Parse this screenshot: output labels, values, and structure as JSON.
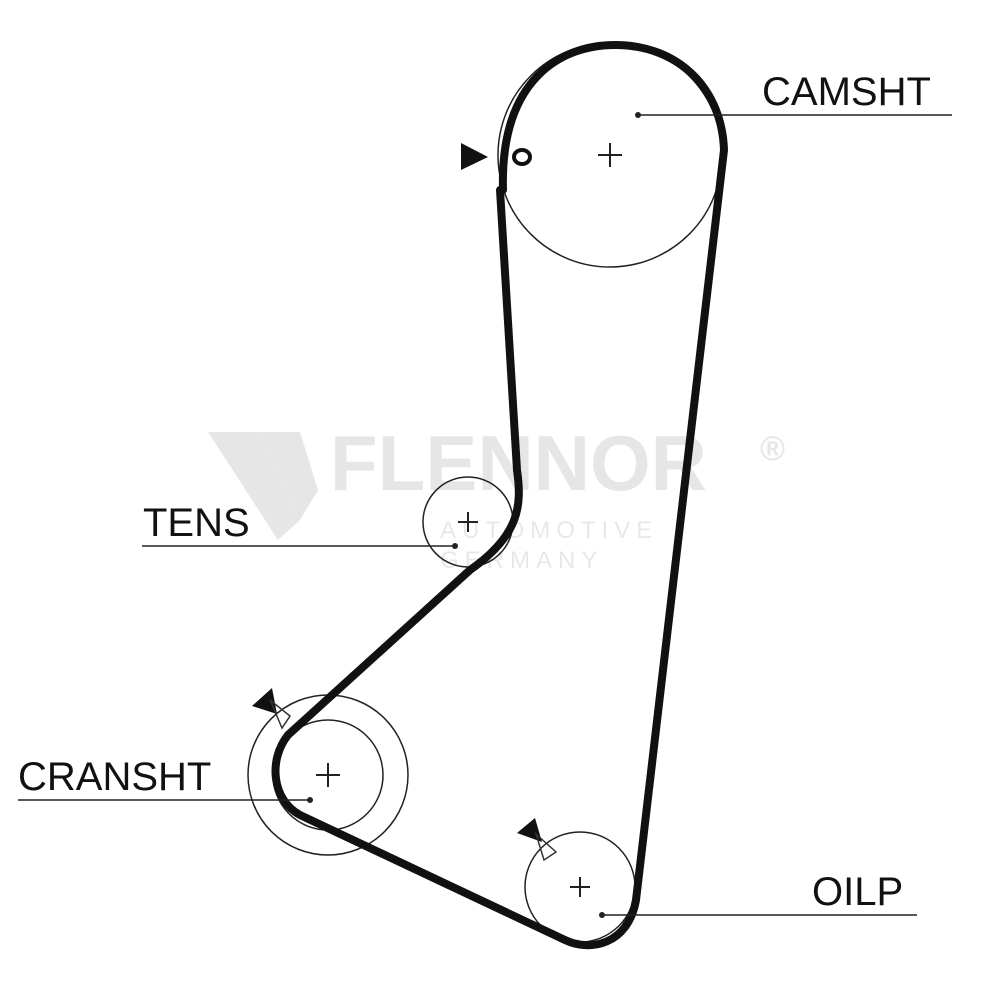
{
  "labels": {
    "camshaft": "CAMSHT",
    "tensioner": "TENS",
    "crankshaft": "CRANSHT",
    "oil_pump": "OILP"
  },
  "watermark": {
    "brand": "FLENNOR",
    "registered": "®",
    "line1": "AUTOMOTIVE",
    "line2": "GERMANY"
  },
  "colors": {
    "belt": "#111111",
    "pulley": "#222222",
    "watermark": "#e6e6e6"
  }
}
